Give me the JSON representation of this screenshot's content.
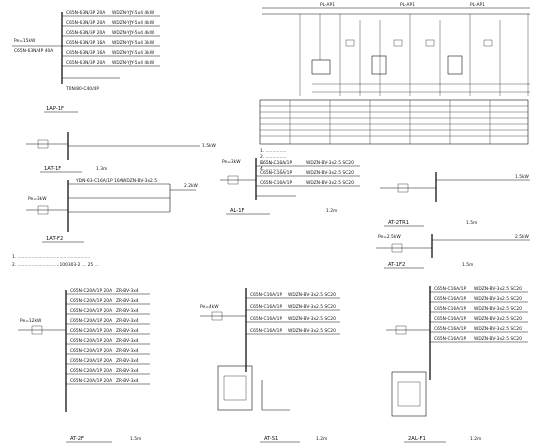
{
  "panels": {
    "p1": {
      "rows": [
        "C65N-63N/3P 20A",
        "C65N-63N/3P 20A",
        "C65N-63N/3P 20A",
        "C65N-63N/3P 16A",
        "C65N-63N/3P 16A",
        "C65N-63N/3P 20A"
      ],
      "cables": [
        "WDZN-YJY-5x4 4kW",
        "WDZN-YJY-5x4 4kW",
        "WDZN-YJY-5x4 4kW",
        "WDZN-YJY-5x4 3kW",
        "WDZN-YJY-5x4 3kW",
        "WDZN-YJY-5x4 4kW"
      ],
      "supply": "Pe=15kW",
      "main_breaker": "C65N-63N/4P 40A",
      "bottom_label": "T0N/80-C40/4P",
      "title": "1AP-1F"
    },
    "p2": {
      "label": "1.5kW",
      "title": "1AT-1F",
      "note": "1.3m"
    },
    "p3": {
      "supply": "Pe=3kW",
      "row": "YDN-63-C16A/1P 16A",
      "cable": "WDZN-BV-3x2.5",
      "right_label": "2.2kW",
      "title": "1AT-F2"
    },
    "p4": {
      "supply": "Pe=3kW",
      "rows": [
        "C65N-C16A/1P",
        "C65N-C16A/1P",
        "C65N-C16A/1P"
      ],
      "cables": [
        "WDZN-BV-3x2.5 SC20",
        "WDZN-BV-3x2.5 SC20",
        "WDZN-BV-3x2.5 SC20"
      ],
      "title": "AL-1F",
      "note": "1.2m"
    },
    "p5": {
      "label": "1.5kW",
      "title": "AT-2TR1",
      "note": "1.5m"
    },
    "p6": {
      "supply": "Pe=2.5kW",
      "label": "2.5kW",
      "title": "AT-1F2",
      "note": "1.5m"
    },
    "p7": {
      "supply": "Pe=12kW",
      "rows": [
        "C65N-C20A/1P 20A",
        "C65N-C20A/1P 20A",
        "C65N-C20A/1P 20A",
        "C65N-C20A/1P 20A",
        "C65N-C20A/1P 20A",
        "C65N-C20A/1P 20A",
        "C65N-C20A/1P 20A",
        "C65N-C20A/1P 20A",
        "C65N-C20A/1P 20A",
        "C65N-C20A/1P 20A"
      ],
      "cables": [
        "ZR-BV-3x4",
        "ZR-BV-3x4",
        "ZR-BV-3x4",
        "ZR-BV-3x4",
        "ZR-BV-3x4",
        "ZR-BV-3x4",
        "ZR-BV-3x4",
        "ZR-BV-3x4",
        "ZR-BV-3x4",
        "ZR-BV-3x4"
      ],
      "title": "AT-2F",
      "note": "1.5m"
    },
    "p8": {
      "supply": "Pe=4kW",
      "rows": [
        "C65N-C16A/1P",
        "C65N-C16A/1P",
        "C65N-C16A/1P",
        "C65N-C16A/1P"
      ],
      "cables": [
        "WDZN-BV-3x2.5 SC20",
        "WDZN-BV-3x2.5 SC20",
        "WDZN-BV-3x2.5 SC20",
        "WDZN-BV-3x2.5 SC20"
      ],
      "title": "AT-S1",
      "note": "1.2m"
    },
    "p9": {
      "rows": [
        "C65N-C16A/1P",
        "C65N-C16A/1P",
        "C65N-C16A/1P",
        "C65N-C16A/1P",
        "C65N-C16A/1P",
        "C65N-C16A/1P"
      ],
      "cables": [
        "WDZN-BV-3x2.5 SC20",
        "WDZN-BV-3x2.5 SC20",
        "WDZN-BV-3x2.5 SC20",
        "WDZN-BV-3x2.5 SC20",
        "WDZN-BV-3x2.5 SC20",
        "WDZN-BV-3x2.5 SC20"
      ],
      "title": "2AL-F1",
      "note": "1.2m"
    }
  },
  "control": {
    "top_labels": [
      "PL-AP1",
      "PL-AP1",
      "PL-AP1"
    ],
    "table_header": [
      "",
      "",
      "",
      "",
      "",
      "",
      ""
    ],
    "notes": [
      "1. ...............",
      "2. ...............",
      "3. ...............",
      "4. ..............."
    ]
  },
  "general_notes": [
    "1. ....................................................",
    "2. ..............................100303-2 ... 25 ..."
  ]
}
